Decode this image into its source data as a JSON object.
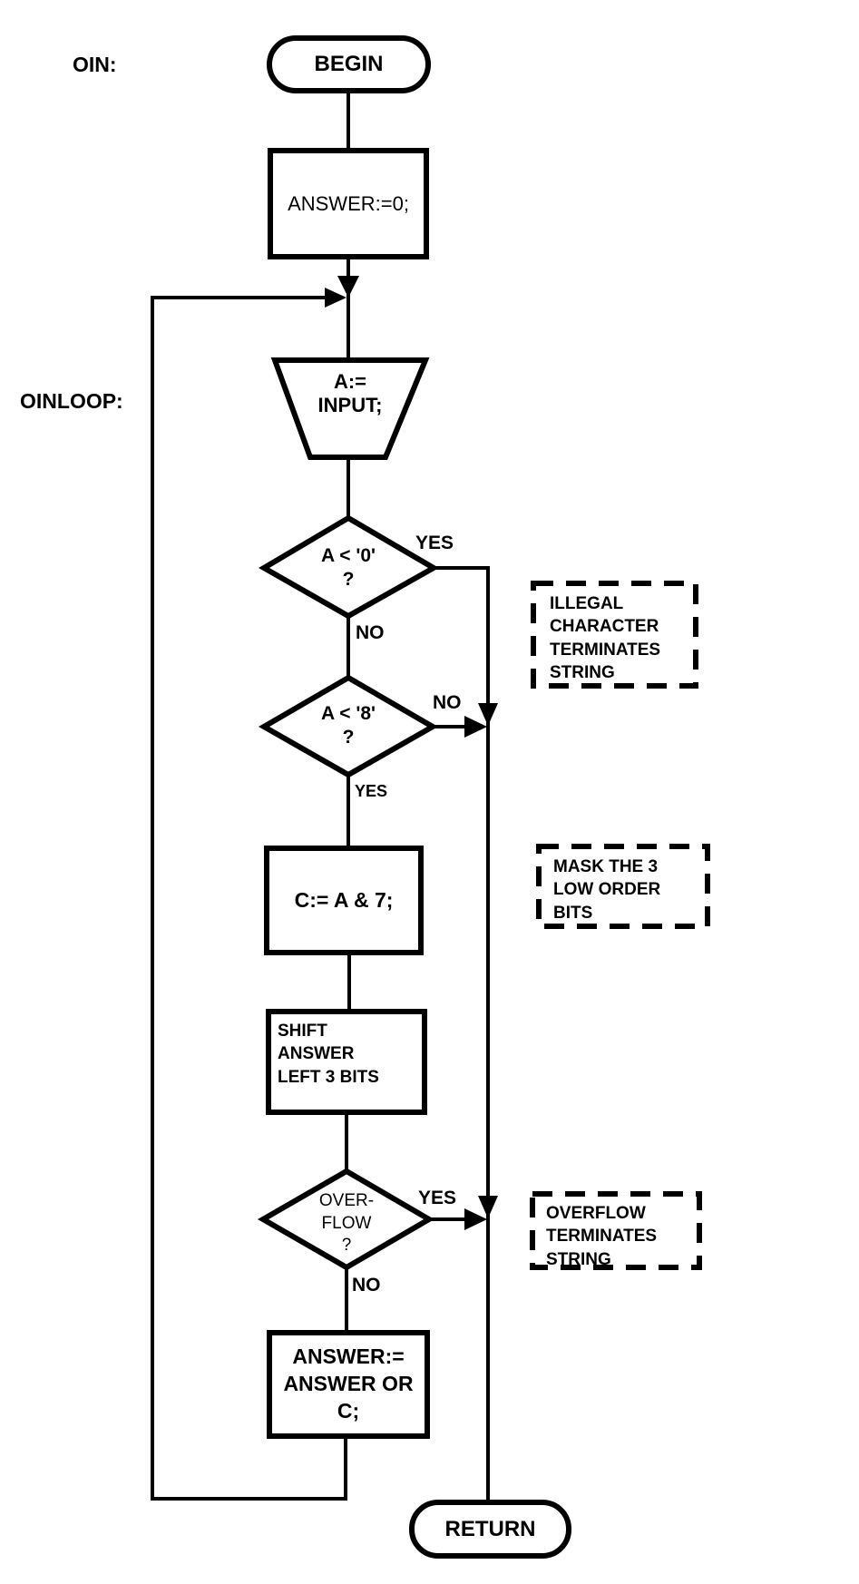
{
  "diagram": {
    "labels": {
      "entry": "OIN:",
      "loop": "OINLOOP:"
    },
    "nodes": {
      "begin": "BEGIN",
      "init": "ANSWER:=0;",
      "input": "A:=\nINPUT;",
      "check_low": "A < '0'\n?",
      "check_high": "A < '8'\n?",
      "mask": "C:= A & 7;",
      "shift": "SHIFT\nANSWER\nLEFT 3 BITS",
      "overflow": "OVER-\nFLOW\n?",
      "merge": "ANSWER:=\nANSWER OR\nC;",
      "return": "RETURN"
    },
    "branches": {
      "check_low_yes": "YES",
      "check_low_no": "NO",
      "check_high_no": "NO",
      "check_high_yes": "YES",
      "overflow_yes": "YES",
      "overflow_no": "NO"
    },
    "notes": {
      "illegal": "ILLEGAL\nCHARACTER\nTERMINATES\nSTRING",
      "mask": "MASK THE 3\nLOW ORDER\nBITS",
      "overflow": "OVERFLOW\nTERMINATES\nSTRING"
    },
    "colors": {
      "stroke": "#000000",
      "background": "#ffffff"
    }
  }
}
